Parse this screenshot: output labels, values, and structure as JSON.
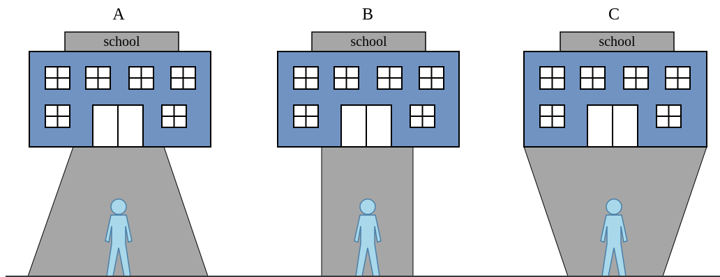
{
  "colors": {
    "building": "#7093c2",
    "sign": "#a6a6a6",
    "road": "#a6a6a6",
    "person": "#a8d8ea",
    "ground": "#3a3a3a"
  },
  "panels": [
    {
      "label": "A",
      "sign_text": "school",
      "road_shape": "narrows toward building"
    },
    {
      "label": "B",
      "sign_text": "school",
      "road_shape": "constant width"
    },
    {
      "label": "C",
      "sign_text": "school",
      "road_shape": "widens toward building"
    }
  ]
}
